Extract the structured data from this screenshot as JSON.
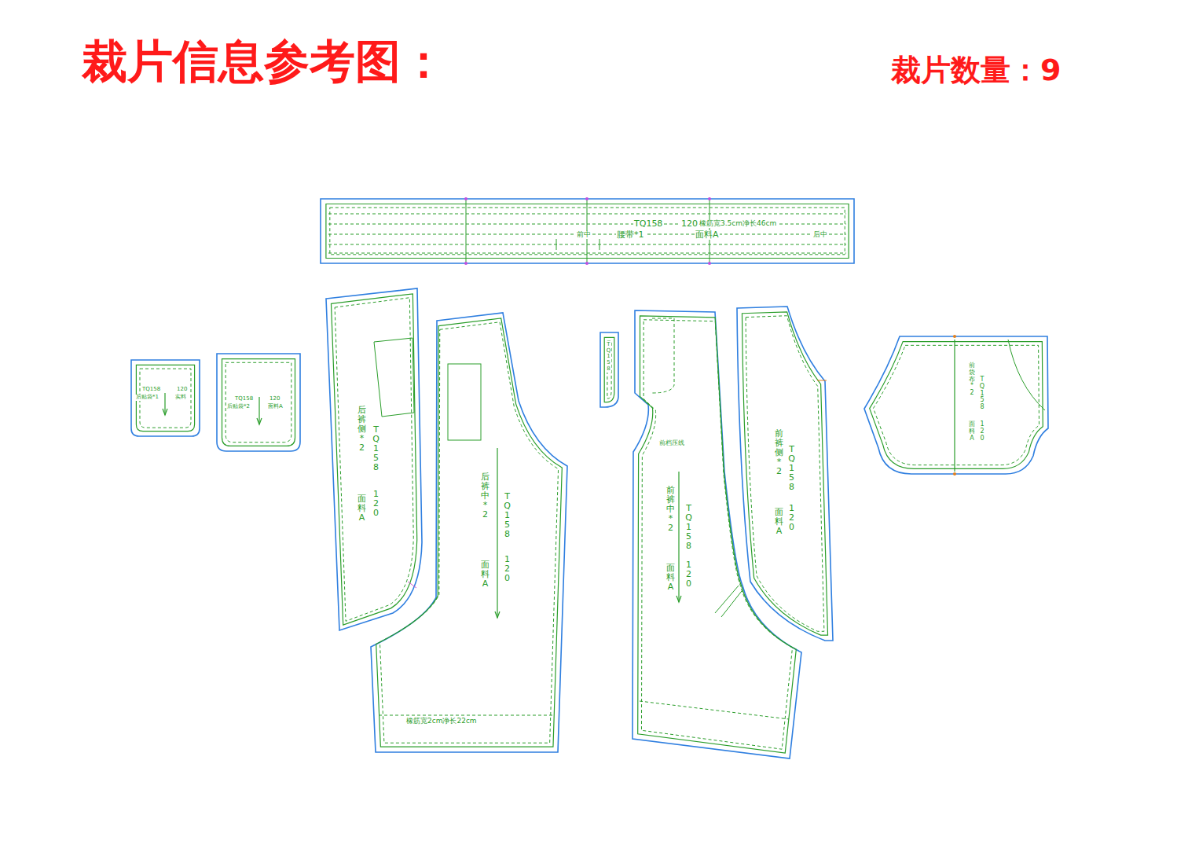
{
  "diagram": {
    "title": "裁片信息参考图：",
    "nodes": [
      {
        "text": [
          "TQ158",
          "120",
          "橡筋宽3.5cm净长46cm",
          "前中",
          "腰带*1",
          "面料A",
          "后中"
        ]
      },
      {
        "text": [
          "TQ158",
          "120",
          "后贴袋*1",
          "实料"
        ]
      },
      {
        "text": [
          "TQ158",
          "120",
          "后贴袋*2",
          "面料A"
        ]
      },
      {
        "text": [
          "后裤侧*2",
          "TQ158",
          "120",
          "面料A"
        ]
      },
      {
        "text": [
          "后裤中*2",
          "TQ158",
          "120",
          "面料A",
          "橡筋宽2cm净长22cm"
        ]
      },
      {
        "text": [
          "TQ158"
        ]
      },
      {
        "text": [
          "前档压线",
          "前裤中*2",
          "TQ158",
          "120",
          "面料A"
        ]
      },
      {
        "text": [
          "前裤侧*2",
          "TQ158",
          "120",
          "面料A"
        ]
      },
      {
        "text": [
          "前袋布*2",
          "TQ158",
          "120",
          "面料A"
        ]
      }
    ],
    "labels": [
      "裁片数量：9"
    ]
  }
}
